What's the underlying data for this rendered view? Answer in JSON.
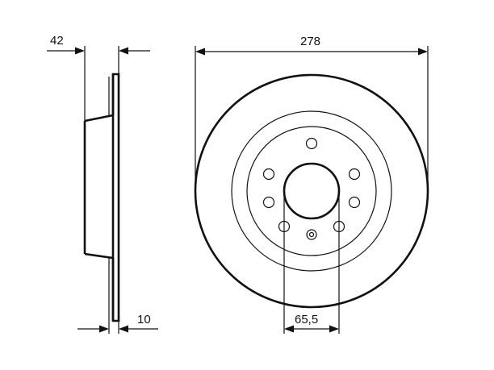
{
  "dimensions": {
    "disc_thickness": "42",
    "outer_diameter": "278",
    "friction_ring_thickness": "10",
    "center_bore": "65,5"
  }
}
